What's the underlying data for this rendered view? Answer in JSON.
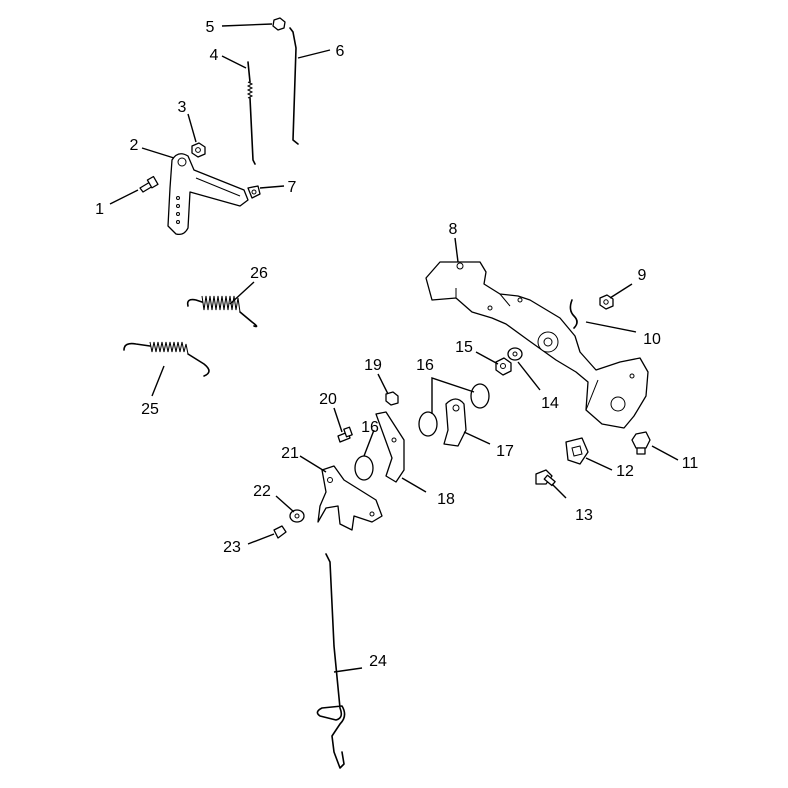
{
  "callouts": [
    {
      "id": "1",
      "label": "1"
    },
    {
      "id": "2",
      "label": "2"
    },
    {
      "id": "3",
      "label": "3"
    },
    {
      "id": "4",
      "label": "4"
    },
    {
      "id": "5",
      "label": "5"
    },
    {
      "id": "6",
      "label": "6"
    },
    {
      "id": "7",
      "label": "7"
    },
    {
      "id": "8",
      "label": "8"
    },
    {
      "id": "9",
      "label": "9"
    },
    {
      "id": "10",
      "label": "10"
    },
    {
      "id": "11",
      "label": "11"
    },
    {
      "id": "12",
      "label": "12"
    },
    {
      "id": "13",
      "label": "13"
    },
    {
      "id": "14",
      "label": "14"
    },
    {
      "id": "15",
      "label": "15"
    },
    {
      "id": "16a",
      "label": "16"
    },
    {
      "id": "16b",
      "label": "16"
    },
    {
      "id": "17",
      "label": "17"
    },
    {
      "id": "18",
      "label": "18"
    },
    {
      "id": "19",
      "label": "19"
    },
    {
      "id": "20",
      "label": "20"
    },
    {
      "id": "21",
      "label": "21"
    },
    {
      "id": "22",
      "label": "22"
    },
    {
      "id": "23",
      "label": "23"
    },
    {
      "id": "24",
      "label": "24"
    },
    {
      "id": "25",
      "label": "25"
    },
    {
      "id": "26",
      "label": "26"
    }
  ]
}
